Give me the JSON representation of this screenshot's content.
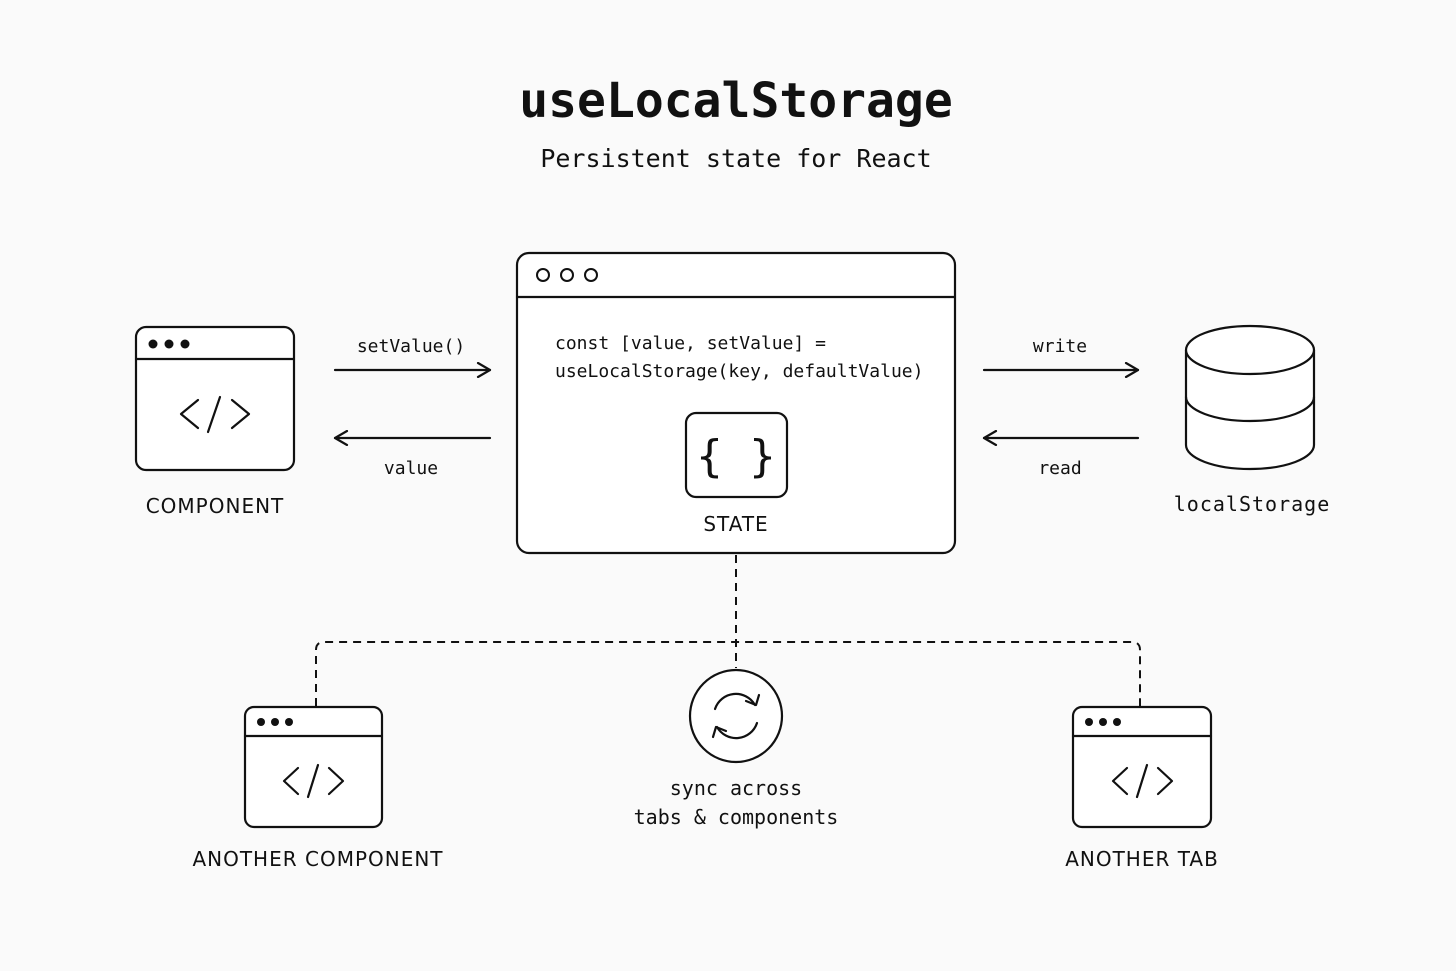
{
  "title": "useLocalStorage",
  "subtitle": "Persistent state for React",
  "hook_window": {
    "code_line_1": "const [value, setValue] =",
    "code_line_2": "useLocalStorage(key, defaultValue)",
    "state_icon": "curly-braces-icon",
    "state_label": "STATE"
  },
  "component": {
    "icon": "code-icon",
    "label": "COMPONENT"
  },
  "edges_left": {
    "top_label": "setValue()",
    "bottom_label": "value"
  },
  "edges_right": {
    "top_label": "write",
    "bottom_label": "read"
  },
  "storage": {
    "icon": "database-icon",
    "label": "localStorage"
  },
  "sync": {
    "icon": "sync-icon",
    "line_1": "sync across",
    "line_2": "tabs & components"
  },
  "another_component": {
    "icon": "code-icon",
    "label": "ANOTHER COMPONENT"
  },
  "another_tab": {
    "icon": "code-icon",
    "label": "ANOTHER TAB"
  },
  "colors": {
    "ink": "#111111",
    "background": "#fafafa"
  }
}
